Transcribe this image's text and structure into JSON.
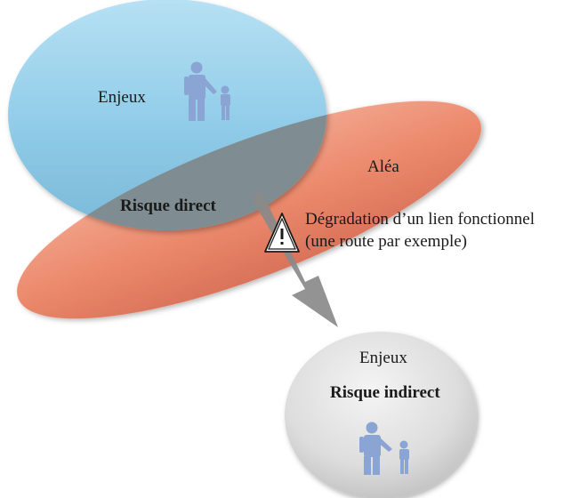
{
  "labels": {
    "enjeux_top": "Enjeux",
    "alea": "Aléa",
    "risque_direct": "Risque direct",
    "degradation_line1": "Dégradation d’un lien fonctionnel",
    "degradation_line2": "(une route par exemple)",
    "enjeux_bottom": "Enjeux",
    "risque_indirect": "Risque indirect"
  },
  "icons": {
    "people_top": "adult-child-icon",
    "warning": "warning-triangle-icon",
    "people_bottom": "adult-child-icon"
  },
  "colors": {
    "enjeux_blue": "#8ccbe8",
    "alea_orange": "#ec8a6d",
    "overlap_gray": "#7f8c92",
    "indirect_gray": "#d9d9d9",
    "arrow_gray": "#8a8a8a",
    "people_blue": "#8aa4d4"
  }
}
